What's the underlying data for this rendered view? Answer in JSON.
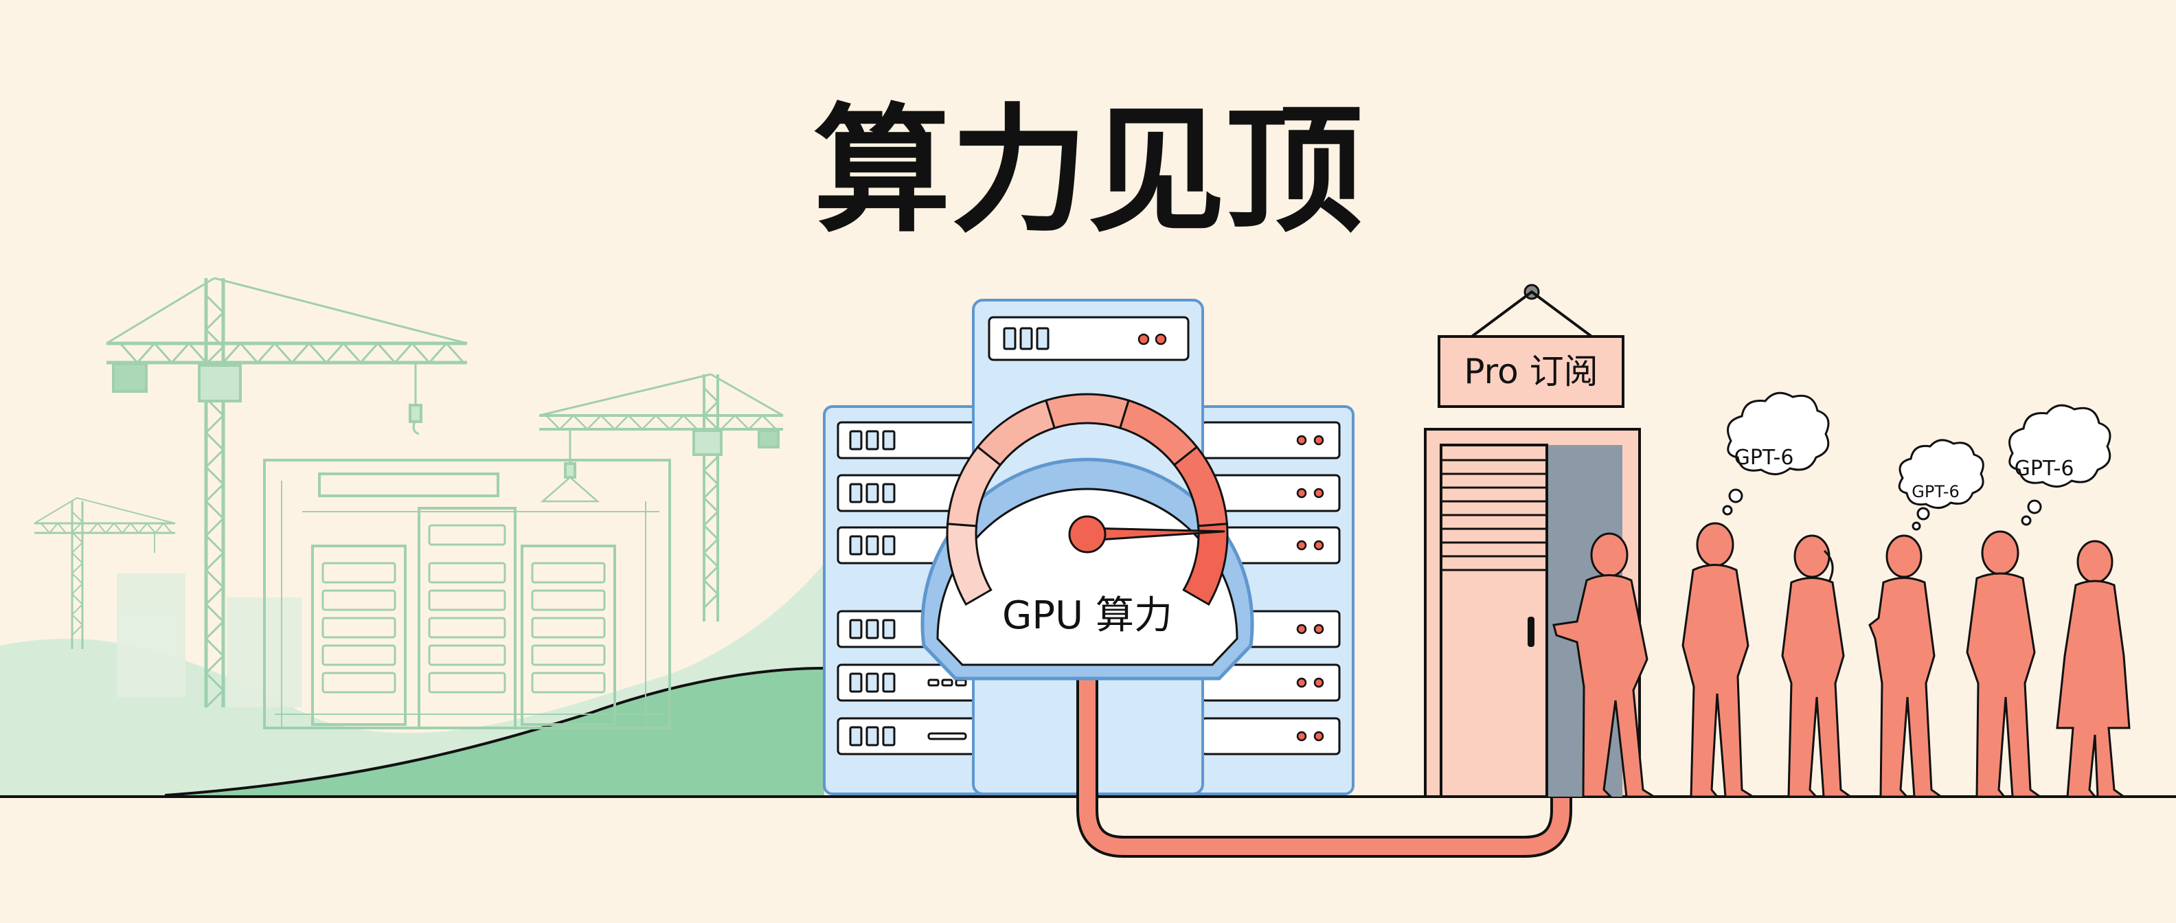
{
  "title": "算力见顶",
  "gauge": {
    "label": "GPU 算力",
    "level_fraction": 0.92
  },
  "sign": {
    "label": "Pro 订阅"
  },
  "thoughts": [
    "GPT-6",
    "GPT-6",
    "GPT-6"
  ],
  "colors": {
    "background": "#fdf3e4",
    "green": "#8fd0a8",
    "green_line": "#9ccfab",
    "blue": "#d3e8f8",
    "blue_stroke": "#5f97cf",
    "salmon": "#f48a76",
    "red": "#f26452",
    "ink": "#111111"
  },
  "icons": [
    "crane-icon",
    "speedometer-icon",
    "server-rack-icon",
    "door-icon",
    "person-icon",
    "thought-bubble-icon"
  ]
}
